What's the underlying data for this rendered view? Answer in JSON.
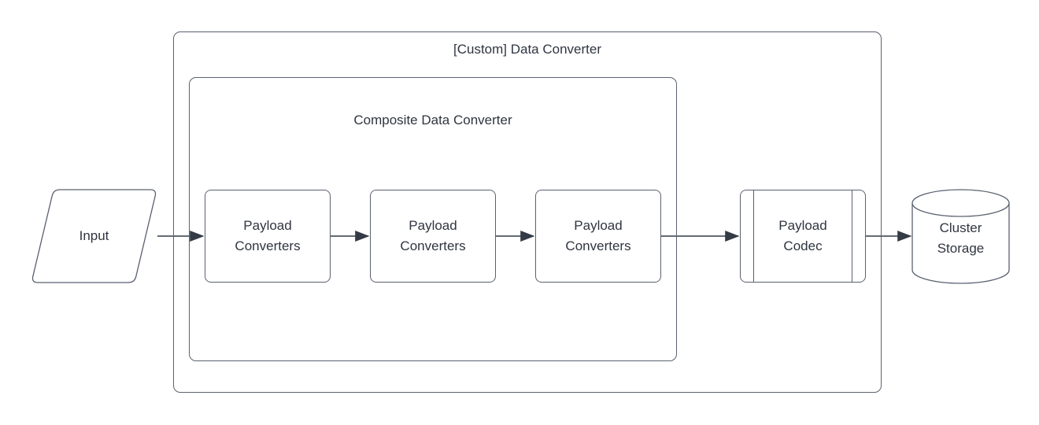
{
  "colors": {
    "background": "#ffffff",
    "stroke": "#5a6170",
    "connector": "#343b46",
    "text": "#2f3540"
  },
  "diagram": {
    "outer_container": {
      "label": "[Custom] Data Converter"
    },
    "inner_container": {
      "label": "Composite Data Converter"
    },
    "nodes": {
      "input": {
        "label": "Input",
        "shape": "parallelogram"
      },
      "converter1": {
        "label": "Payload Converters",
        "shape": "rounded-rectangle"
      },
      "converter2": {
        "label": "Payload Converters",
        "shape": "rounded-rectangle"
      },
      "converter3": {
        "label": "Payload Converters",
        "shape": "rounded-rectangle"
      },
      "codec": {
        "label": "Payload Codec",
        "shape": "subroutine"
      },
      "storage": {
        "label": "Cluster Storage",
        "shape": "cylinder"
      }
    },
    "connections": [
      {
        "from": "input",
        "to": "converter1"
      },
      {
        "from": "converter1",
        "to": "converter2"
      },
      {
        "from": "converter2",
        "to": "converter3"
      },
      {
        "from": "converter3",
        "to": "codec"
      },
      {
        "from": "codec",
        "to": "storage"
      }
    ]
  }
}
